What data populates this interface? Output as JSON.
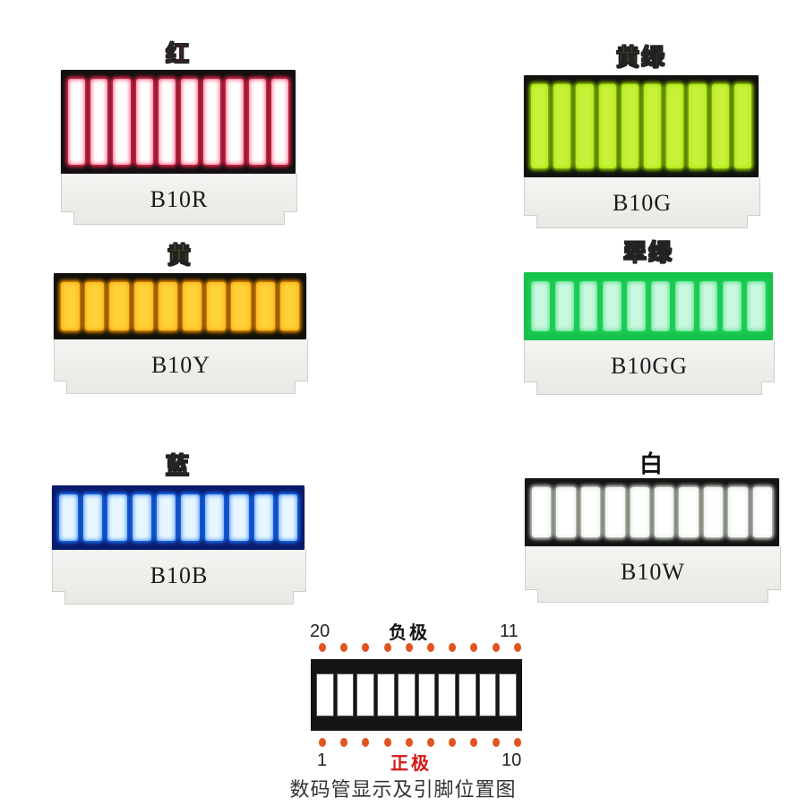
{
  "products": [
    {
      "label": "红",
      "model": "B10R",
      "label_color": "#e31414",
      "seg_color": "#ffffff",
      "glow": "#ff2a55",
      "top_color": "#141010"
    },
    {
      "label": "黄绿",
      "model": "B10G",
      "label_color": "#8ccf00",
      "seg_color": "#c8f23a",
      "glow": "#9fe000",
      "top_color": "#101210"
    },
    {
      "label": "黄",
      "model": "B10Y",
      "label_color": "#f2ea00",
      "seg_color": "#ffd23a",
      "glow": "#ff9a00",
      "top_color": "#121008"
    },
    {
      "label": "翠绿",
      "model": "B10GG",
      "label_color": "#1fb44a",
      "seg_color": "#c9f7e0",
      "glow": "#1fd45a",
      "top_color": "#17c24a"
    },
    {
      "label": "蓝",
      "model": "B10B",
      "label_color": "#1650d8",
      "seg_color": "#e8f7ff",
      "glow": "#1a74ff",
      "top_color": "#0b1a6a"
    },
    {
      "label": "白",
      "model": "B10W",
      "label_color": "#111111",
      "seg_color": "#ffffff",
      "glow": "#dfe8dc",
      "top_color": "#141414"
    }
  ],
  "pinout": {
    "top_left": "20",
    "top_right": "11",
    "top_pole": "负极",
    "bottom_left": "1",
    "bottom_right": "10",
    "bottom_pole": "正极",
    "pin_color": "#e0541f",
    "bottom_pole_color": "#d61818",
    "caption": "数码管显示及引脚位置图"
  }
}
